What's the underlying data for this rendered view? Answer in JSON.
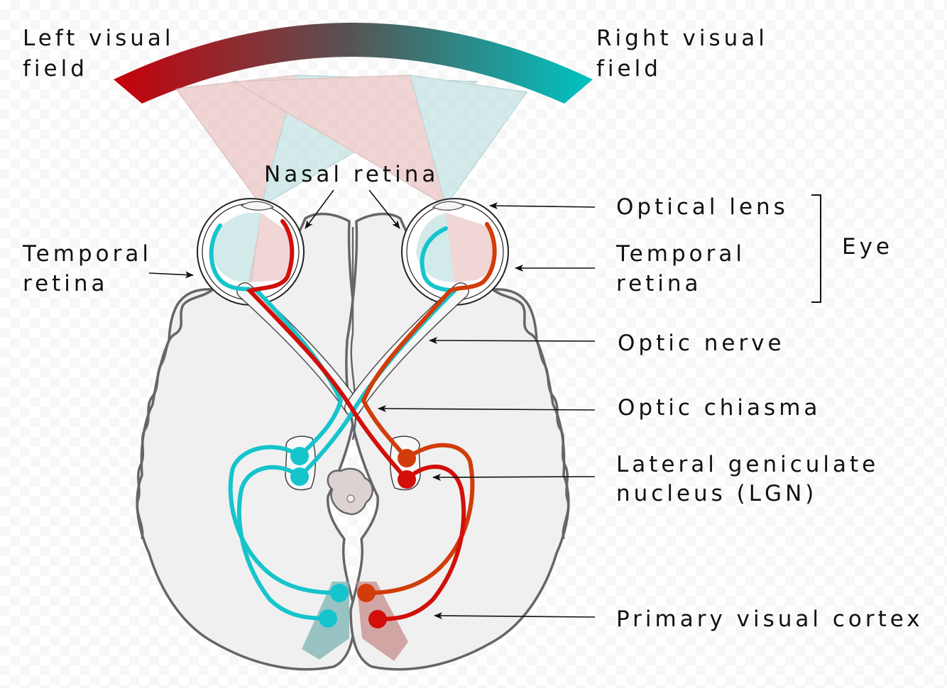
{
  "labels": {
    "left_visual_field": [
      "Left visual",
      "field"
    ],
    "right_visual_field": [
      "Right visual",
      "field"
    ],
    "nasal_retina": "Nasal retina",
    "temporal_retina_left": [
      "Temporal",
      "retina"
    ],
    "optical_lens": "Optical lens",
    "temporal_retina_right": [
      "Temporal",
      "retina"
    ],
    "eye": "Eye",
    "optic_nerve": "Optic nerve",
    "optic_chiasma": "Optic chiasma",
    "lgn": [
      "Lateral geniculate",
      "nucleus (LGN)"
    ],
    "primary_visual_cortex": "Primary visual cortex"
  },
  "colors": {
    "left_field": "#c8000a",
    "right_field": "#00c3c3",
    "mid_field": "#555555",
    "cyan_path": "#16c4cc",
    "red_path": "#d20f0a",
    "orange_path": "#d23c0a",
    "brain_fill": "#f0f0f0",
    "brain_outline": "#666666",
    "pink_cone": "#e6b4b4",
    "cyan_cone": "#b4dcdc"
  }
}
